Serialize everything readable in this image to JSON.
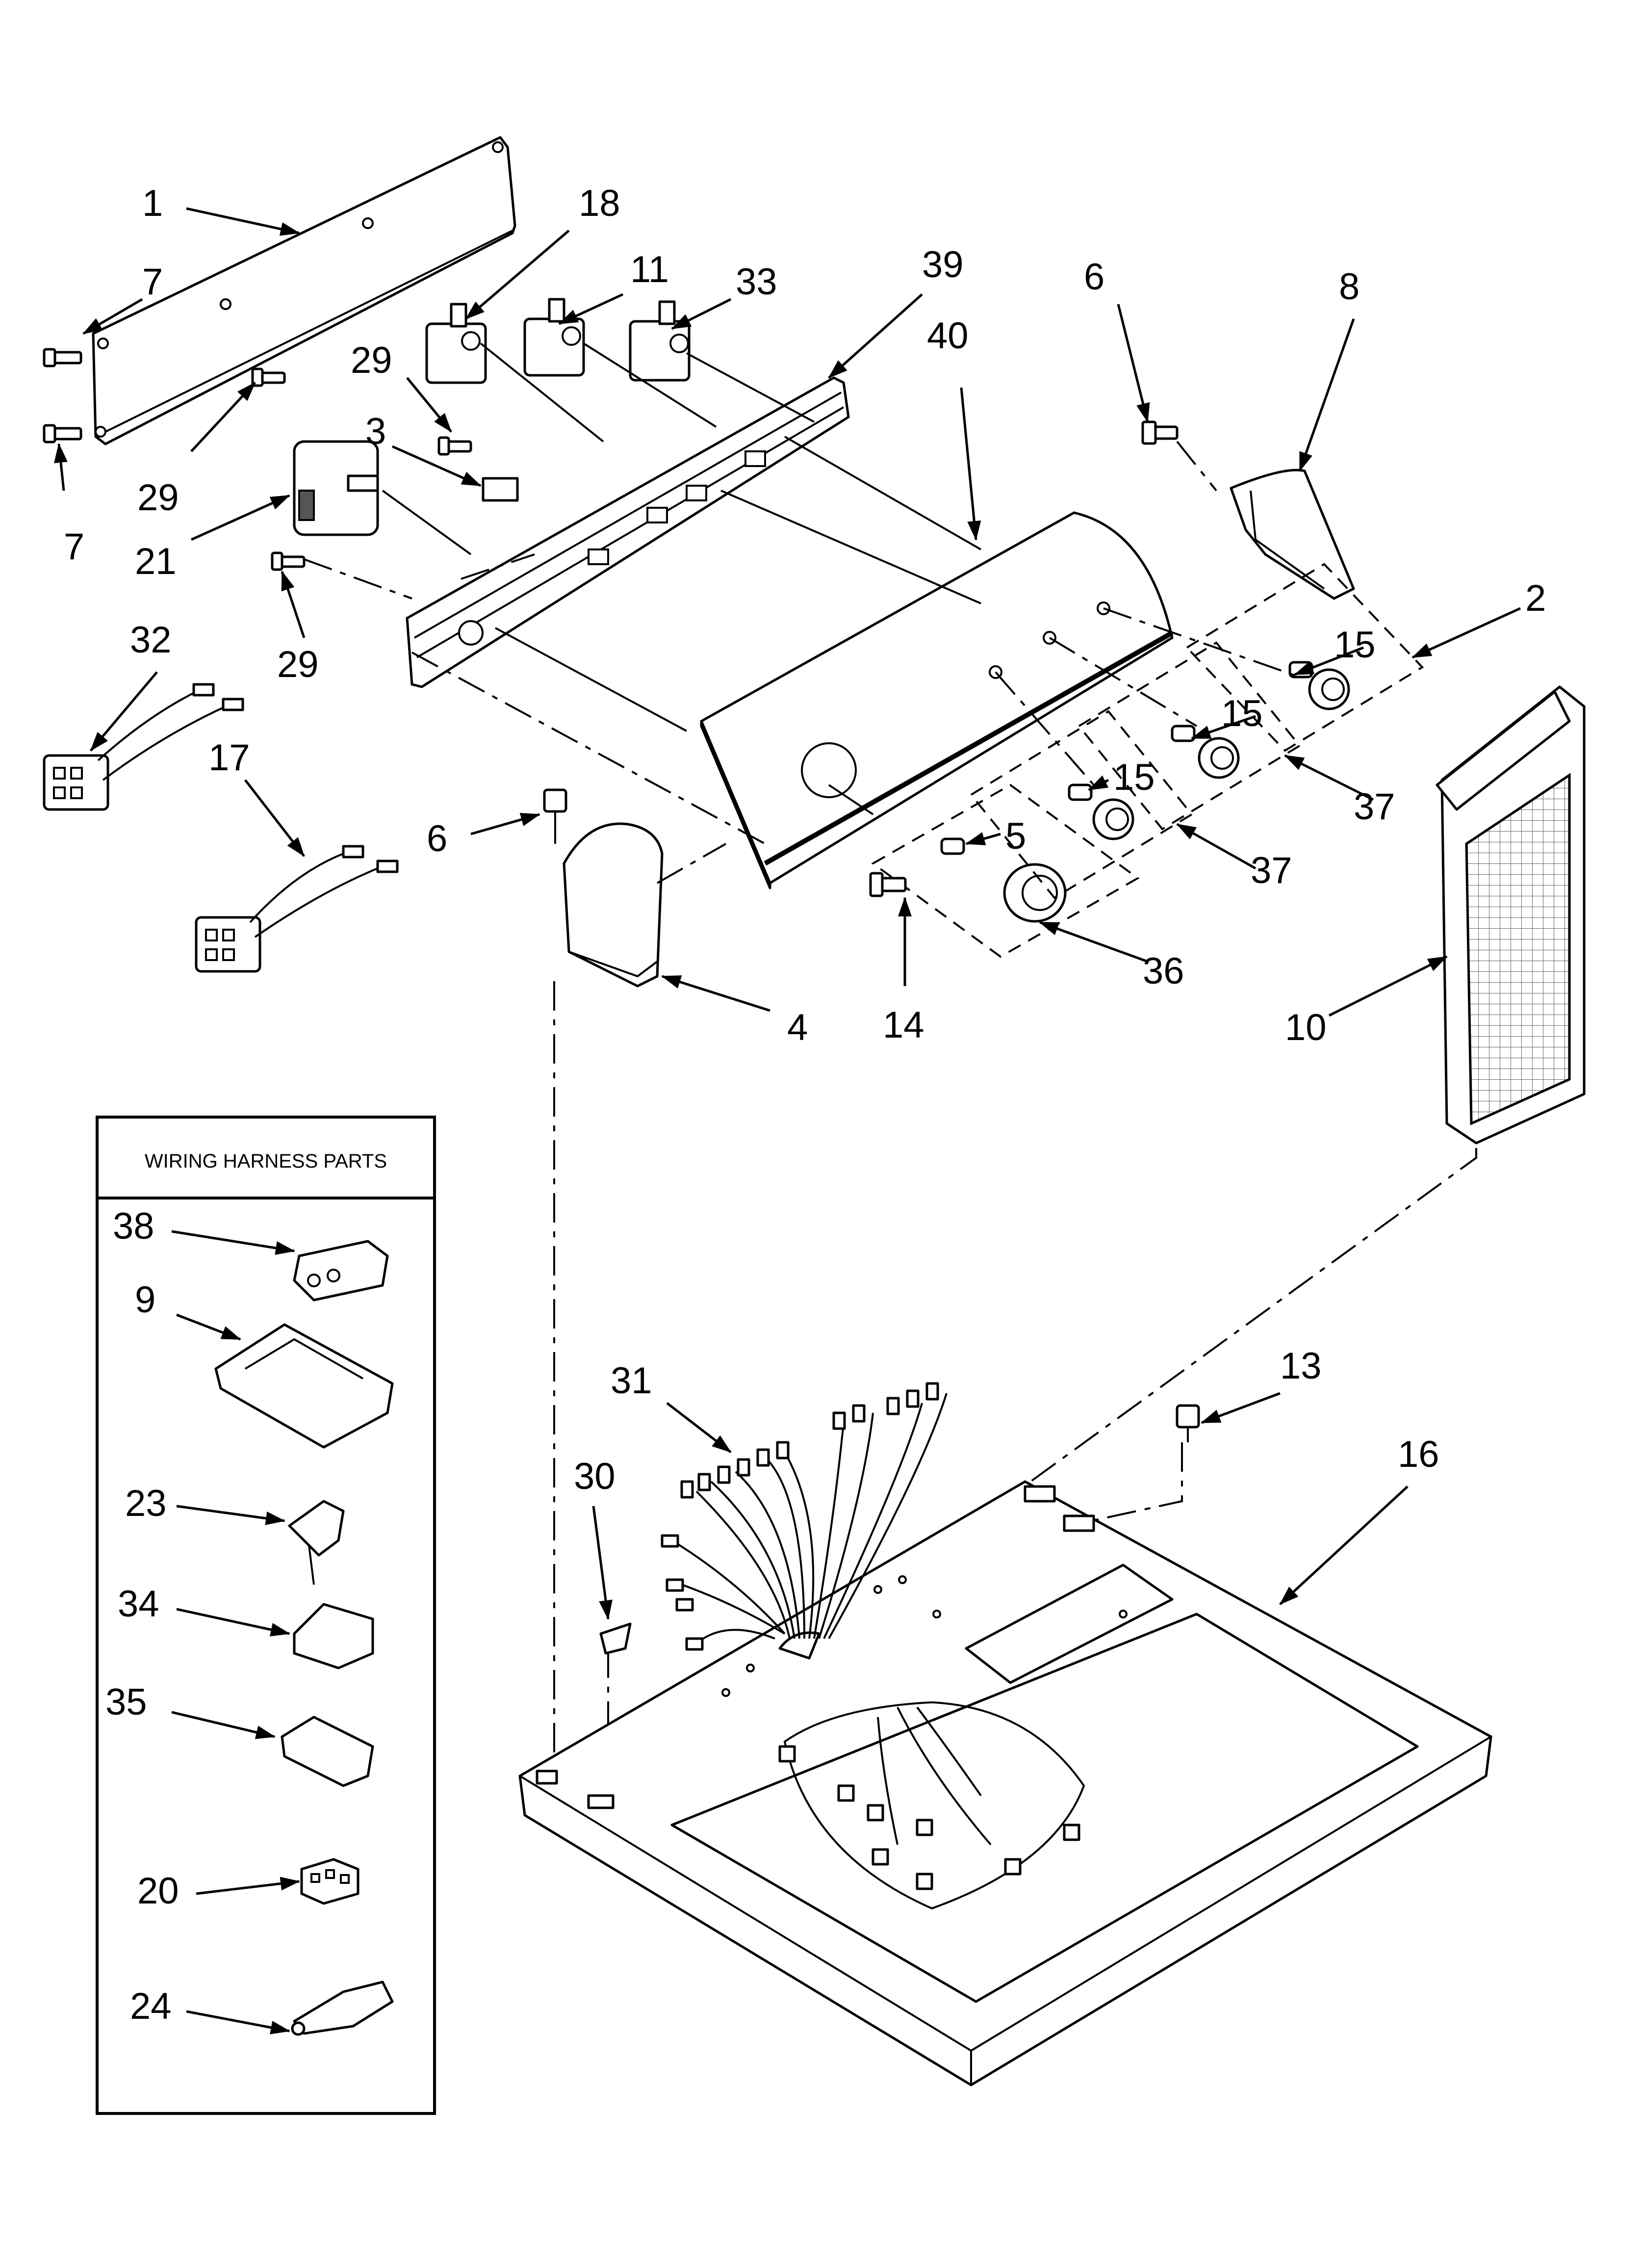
{
  "diagram": {
    "type": "exploded-parts-view",
    "callouts": [
      {
        "id": "c1",
        "label": "1"
      },
      {
        "id": "c18",
        "label": "18"
      },
      {
        "id": "c11",
        "label": "11"
      },
      {
        "id": "c33",
        "label": "33"
      },
      {
        "id": "c39",
        "label": "39"
      },
      {
        "id": "c6a",
        "label": "6"
      },
      {
        "id": "c8",
        "label": "8"
      },
      {
        "id": "c7a",
        "label": "7"
      },
      {
        "id": "c7b",
        "label": "7"
      },
      {
        "id": "c29a",
        "label": "29"
      },
      {
        "id": "c29b",
        "label": "29"
      },
      {
        "id": "c29c",
        "label": "29"
      },
      {
        "id": "c3",
        "label": "3"
      },
      {
        "id": "c21",
        "label": "21"
      },
      {
        "id": "c40",
        "label": "40"
      },
      {
        "id": "c2",
        "label": "2"
      },
      {
        "id": "c15a",
        "label": "15"
      },
      {
        "id": "c15b",
        "label": "15"
      },
      {
        "id": "c15c",
        "label": "15"
      },
      {
        "id": "c37a",
        "label": "37"
      },
      {
        "id": "c37b",
        "label": "37"
      },
      {
        "id": "c32",
        "label": "32"
      },
      {
        "id": "c17",
        "label": "17"
      },
      {
        "id": "c6b",
        "label": "6"
      },
      {
        "id": "c5",
        "label": "5"
      },
      {
        "id": "c36",
        "label": "36"
      },
      {
        "id": "c4",
        "label": "4"
      },
      {
        "id": "c14",
        "label": "14"
      },
      {
        "id": "c10",
        "label": "10"
      },
      {
        "id": "c38",
        "label": "38"
      },
      {
        "id": "c9",
        "label": "9"
      },
      {
        "id": "c31",
        "label": "31"
      },
      {
        "id": "c30",
        "label": "30"
      },
      {
        "id": "c13",
        "label": "13"
      },
      {
        "id": "c16",
        "label": "16"
      },
      {
        "id": "c23",
        "label": "23"
      },
      {
        "id": "c34",
        "label": "34"
      },
      {
        "id": "c35",
        "label": "35"
      },
      {
        "id": "c20",
        "label": "20"
      },
      {
        "id": "c24",
        "label": "24"
      }
    ],
    "inset": {
      "title": "WIRING HARNESS PARTS"
    }
  }
}
